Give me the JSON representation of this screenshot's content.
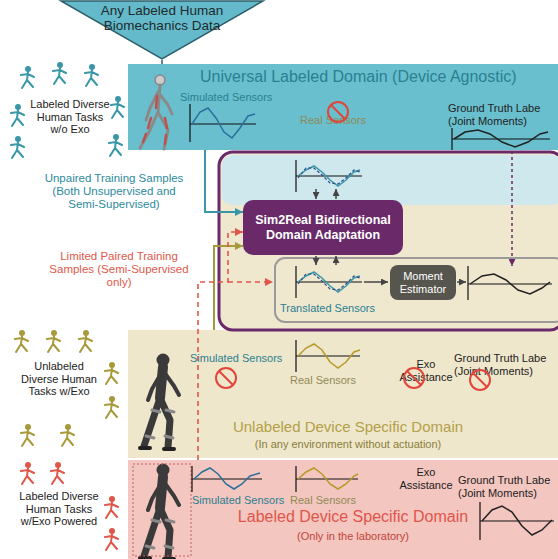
{
  "diagram": {
    "nodes": [
      {
        "text": [
          "Any Labeled Human Biomechanics Data"
        ]
      },
      {
        "text": [
          "Universal Labeled Domain (Device Agnostic)",
          "Simulated Sensors",
          "Real Sensors",
          "Ground Truth Labe (Joint Moments)"
        ]
      },
      {
        "text": [
          "Sim2Real Bidirectional Domain Adaptation"
        ]
      },
      {
        "text": [
          "Moment Estimator"
        ]
      },
      {
        "text": [
          "Unlabeled Device Specific Domain",
          "(In any environment without actuation)",
          "Simulated Sensors",
          "Real Sensors",
          "Exo Assistance",
          "Ground Truth Labe (Joint Moments)"
        ]
      },
      {
        "text": [
          "Labeled Device Specific Domain",
          "(Only in the laboratory)",
          "Simulated Sensors",
          "Real Sensors",
          "Exo Assistance",
          "Ground Truth Labe (Joint Moments)"
        ]
      }
    ],
    "edges": [
      {
        "from": 0,
        "to": 1,
        "arrow": "none"
      },
      {
        "from": 1,
        "to": 2,
        "arrow": "to"
      },
      {
        "from": 4,
        "to": 2,
        "arrow": "to"
      },
      {
        "from": 5,
        "to": 2,
        "arrow": "to"
      }
    ],
    "labels": [
      "Labeled Diverse Human Tasks w/o Exo",
      "Unpaired Training Samples (Both Unsupervised and Semi-Supervised)",
      "Limited Paired Training Samples (Semi-Supervised only)",
      "Translated Sensors",
      "Unlabeled Diverse Human Tasks w/Exo",
      "Labeled Diverse Human Tasks w/Exo Powered"
    ]
  }
}
